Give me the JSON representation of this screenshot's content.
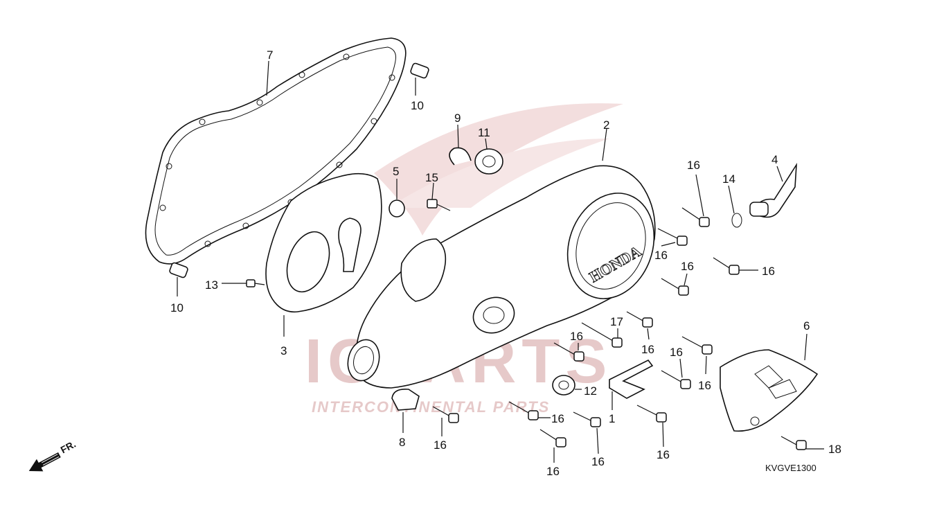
{
  "diagram_code": "KVGVE1300",
  "direction_label": "FR.",
  "watermark": {
    "brand": "ICPARTS",
    "tagline": "INTERCONTINENTAL PARTS"
  },
  "cover_logo": "HONDA",
  "parts": [
    {
      "ref": "1"
    },
    {
      "ref": "2"
    },
    {
      "ref": "3"
    },
    {
      "ref": "4"
    },
    {
      "ref": "5"
    },
    {
      "ref": "6"
    },
    {
      "ref": "7"
    },
    {
      "ref": "8"
    },
    {
      "ref": "9"
    },
    {
      "ref": "10"
    },
    {
      "ref": "11"
    },
    {
      "ref": "12"
    },
    {
      "ref": "13"
    },
    {
      "ref": "14"
    },
    {
      "ref": "15"
    },
    {
      "ref": "16"
    },
    {
      "ref": "17"
    },
    {
      "ref": "18"
    }
  ]
}
